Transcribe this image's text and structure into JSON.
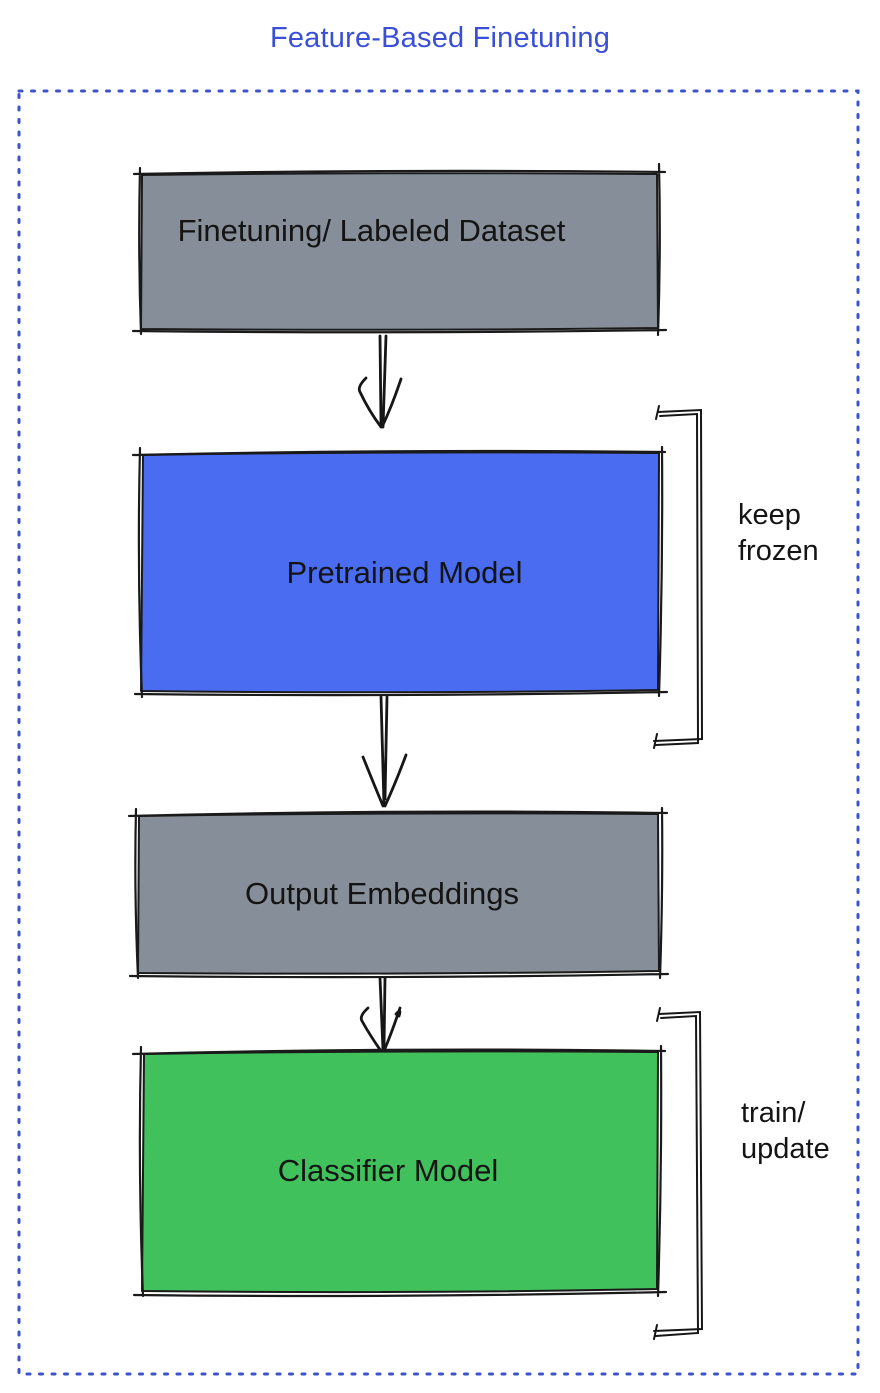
{
  "title": "Feature-Based Finetuning",
  "colors": {
    "title_blue": "#3A4FD7",
    "border_blue": "#3D52CE",
    "gray_fill": "#868F99",
    "blue_fill": "#4A6CF1",
    "green_fill": "#41C15C",
    "sketch_stroke": "#1A1A1A",
    "text_black": "#141414"
  },
  "diagram": {
    "nodes": [
      {
        "id": "finetuning-dataset",
        "label": "Finetuning/ Labeled Dataset",
        "fill_color": "#868F99"
      },
      {
        "id": "pretrained-model",
        "label": "Pretrained Model",
        "fill_color": "#4A6CF1"
      },
      {
        "id": "output-embeddings",
        "label": "Output Embeddings",
        "fill_color": "#868F99"
      },
      {
        "id": "classifier-model",
        "label": "Classifier Model",
        "fill_color": "#41C15C"
      }
    ],
    "annotations": [
      {
        "id": "keep-frozen",
        "lines": [
          "keep",
          "frozen"
        ],
        "attached_to": "pretrained-model"
      },
      {
        "id": "train-update",
        "lines": [
          "train/",
          "update"
        ],
        "attached_to": "classifier-model"
      }
    ]
  }
}
